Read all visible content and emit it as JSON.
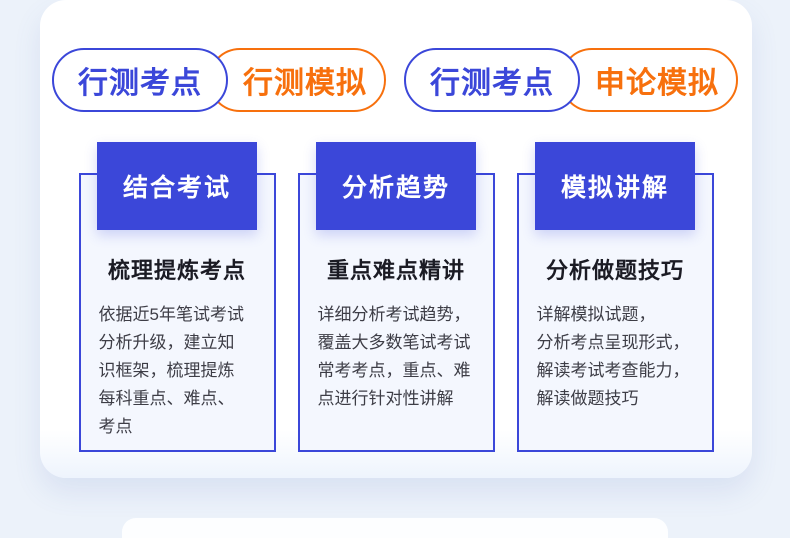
{
  "colors": {
    "page_bg": "#ecf2fa",
    "panel_bg": "#ffffff",
    "accent_blue": "#3b47d9",
    "accent_orange": "#f7700d",
    "card_bg": "#f4f7fe",
    "title_text": "#1b1b24",
    "body_text": "#3d3d46"
  },
  "badges": [
    {
      "primary": "行测考点",
      "secondary": "行测模拟"
    },
    {
      "primary": "行测考点",
      "secondary": "申论模拟"
    }
  ],
  "cards": [
    {
      "tag": "结合考试",
      "title": "梳理提炼考点",
      "body": "依据近5年笔试考试分析升级，建立知识框架，梳理提炼每科重点、难点、考点",
      "body_lines": [
        "依据近5年笔试考试",
        "分析升级，建立知",
        "识框架，梳理提炼",
        "每科重点、难点、",
        "考点"
      ]
    },
    {
      "tag": "分析趋势",
      "title": "重点难点精讲",
      "body": "详细分析考试趋势，覆盖大多数笔试考试常考考点，重点、难点进行针对性讲解",
      "body_lines": [
        "详细分析考试趋势，",
        "覆盖大多数笔试考试",
        "常考考点，重点、难",
        "点进行针对性讲解"
      ]
    },
    {
      "tag": "模拟讲解",
      "title": "分析做题技巧",
      "body": "详解模拟试题，分析考点呈现形式，解读考试考查能力，解读做题技巧",
      "body_lines": [
        "详解模拟试题，",
        "分析考点呈现形式，",
        "解读考试考查能力，",
        "解读做题技巧"
      ]
    }
  ]
}
